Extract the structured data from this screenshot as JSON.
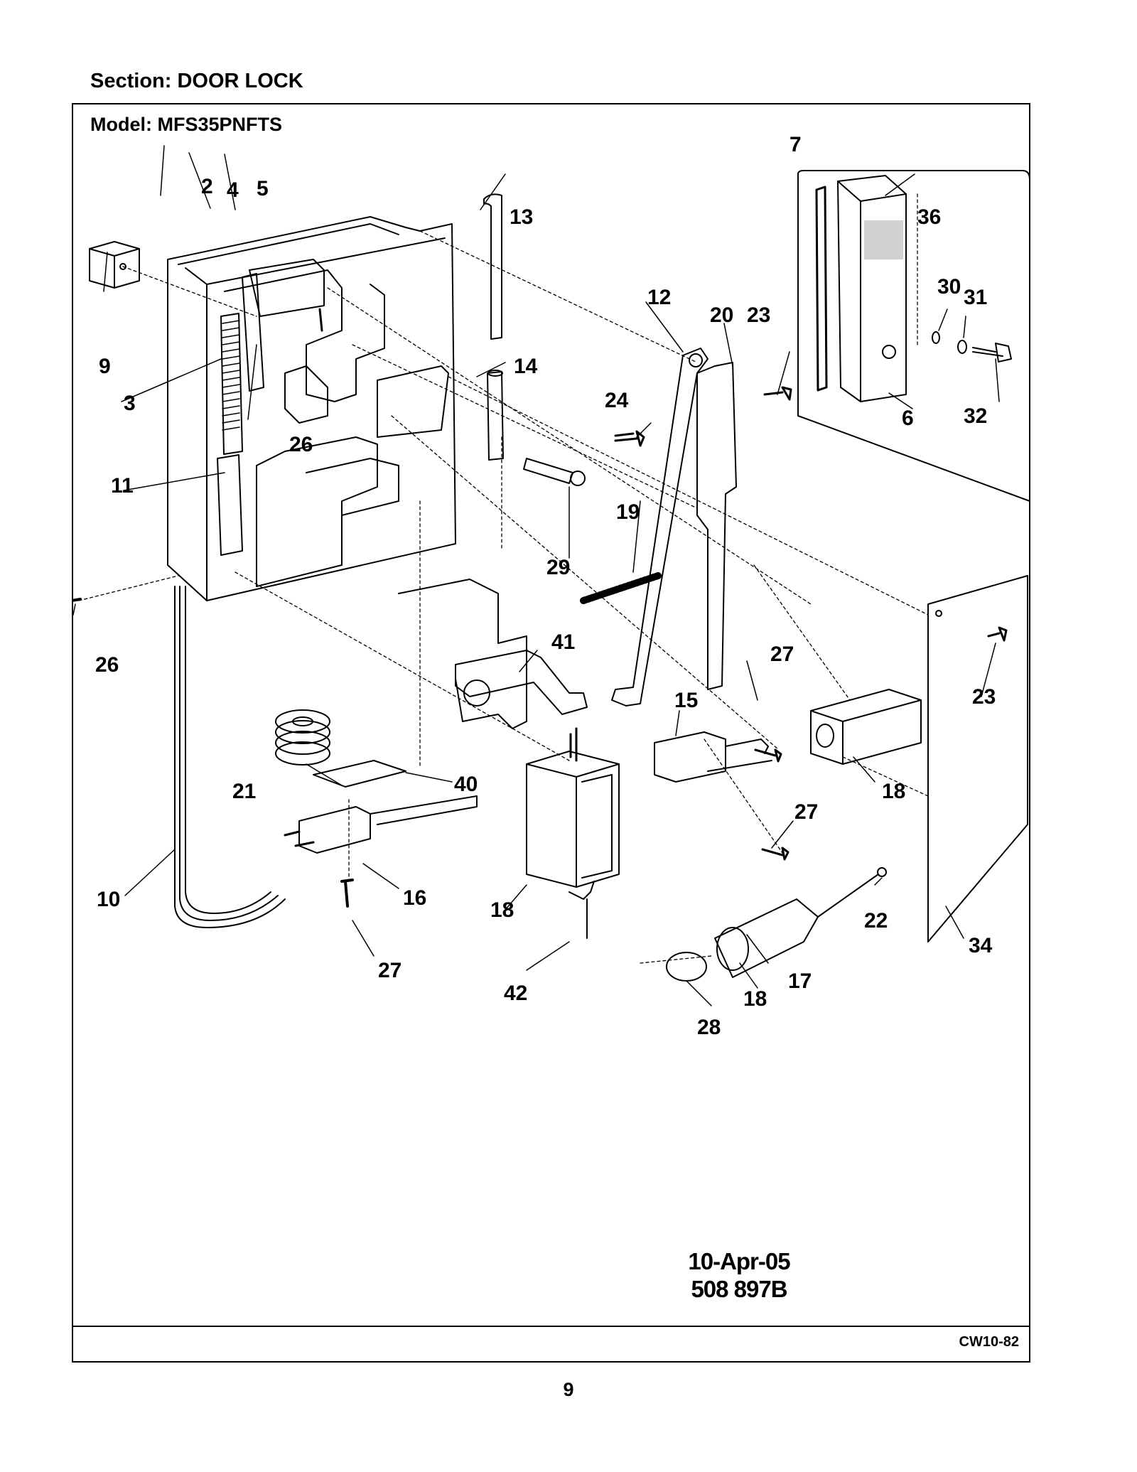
{
  "section_title": "Section:  DOOR LOCK",
  "model_title": "Model:  MFS35PNFTS",
  "callouts": [
    {
      "id": "c7",
      "text": "7"
    },
    {
      "id": "c2",
      "text": "2"
    },
    {
      "id": "c4",
      "text": "4"
    },
    {
      "id": "c5",
      "text": "5"
    },
    {
      "id": "c13",
      "text": "13"
    },
    {
      "id": "c36",
      "text": "36"
    },
    {
      "id": "c9",
      "text": "9"
    },
    {
      "id": "c12",
      "text": "12"
    },
    {
      "id": "c20",
      "text": "20"
    },
    {
      "id": "c23a",
      "text": "23"
    },
    {
      "id": "c30",
      "text": "30"
    },
    {
      "id": "c31",
      "text": "31"
    },
    {
      "id": "c3",
      "text": "3"
    },
    {
      "id": "c14",
      "text": "14"
    },
    {
      "id": "c24",
      "text": "24"
    },
    {
      "id": "c6",
      "text": "6"
    },
    {
      "id": "c32",
      "text": "32"
    },
    {
      "id": "c26a",
      "text": "26"
    },
    {
      "id": "c11",
      "text": "11"
    },
    {
      "id": "c19",
      "text": "19"
    },
    {
      "id": "c29",
      "text": "29"
    },
    {
      "id": "c26b",
      "text": "26"
    },
    {
      "id": "c41",
      "text": "41"
    },
    {
      "id": "c27a",
      "text": "27"
    },
    {
      "id": "c23b",
      "text": "23"
    },
    {
      "id": "c15",
      "text": "15"
    },
    {
      "id": "c21",
      "text": "21"
    },
    {
      "id": "c40",
      "text": "40"
    },
    {
      "id": "c18a",
      "text": "18"
    },
    {
      "id": "c27b",
      "text": "27"
    },
    {
      "id": "c10",
      "text": "10"
    },
    {
      "id": "c16",
      "text": "16"
    },
    {
      "id": "c18b",
      "text": "18"
    },
    {
      "id": "c22",
      "text": "22"
    },
    {
      "id": "c34",
      "text": "34"
    },
    {
      "id": "c27c",
      "text": "27"
    },
    {
      "id": "c42",
      "text": "42"
    },
    {
      "id": "c17",
      "text": "17"
    },
    {
      "id": "c18c",
      "text": "18"
    },
    {
      "id": "c28",
      "text": "28"
    }
  ],
  "date_stamp": "10-Apr-05",
  "part_number": "508 897B",
  "doc_code": "CW10-82",
  "page_number": "9"
}
